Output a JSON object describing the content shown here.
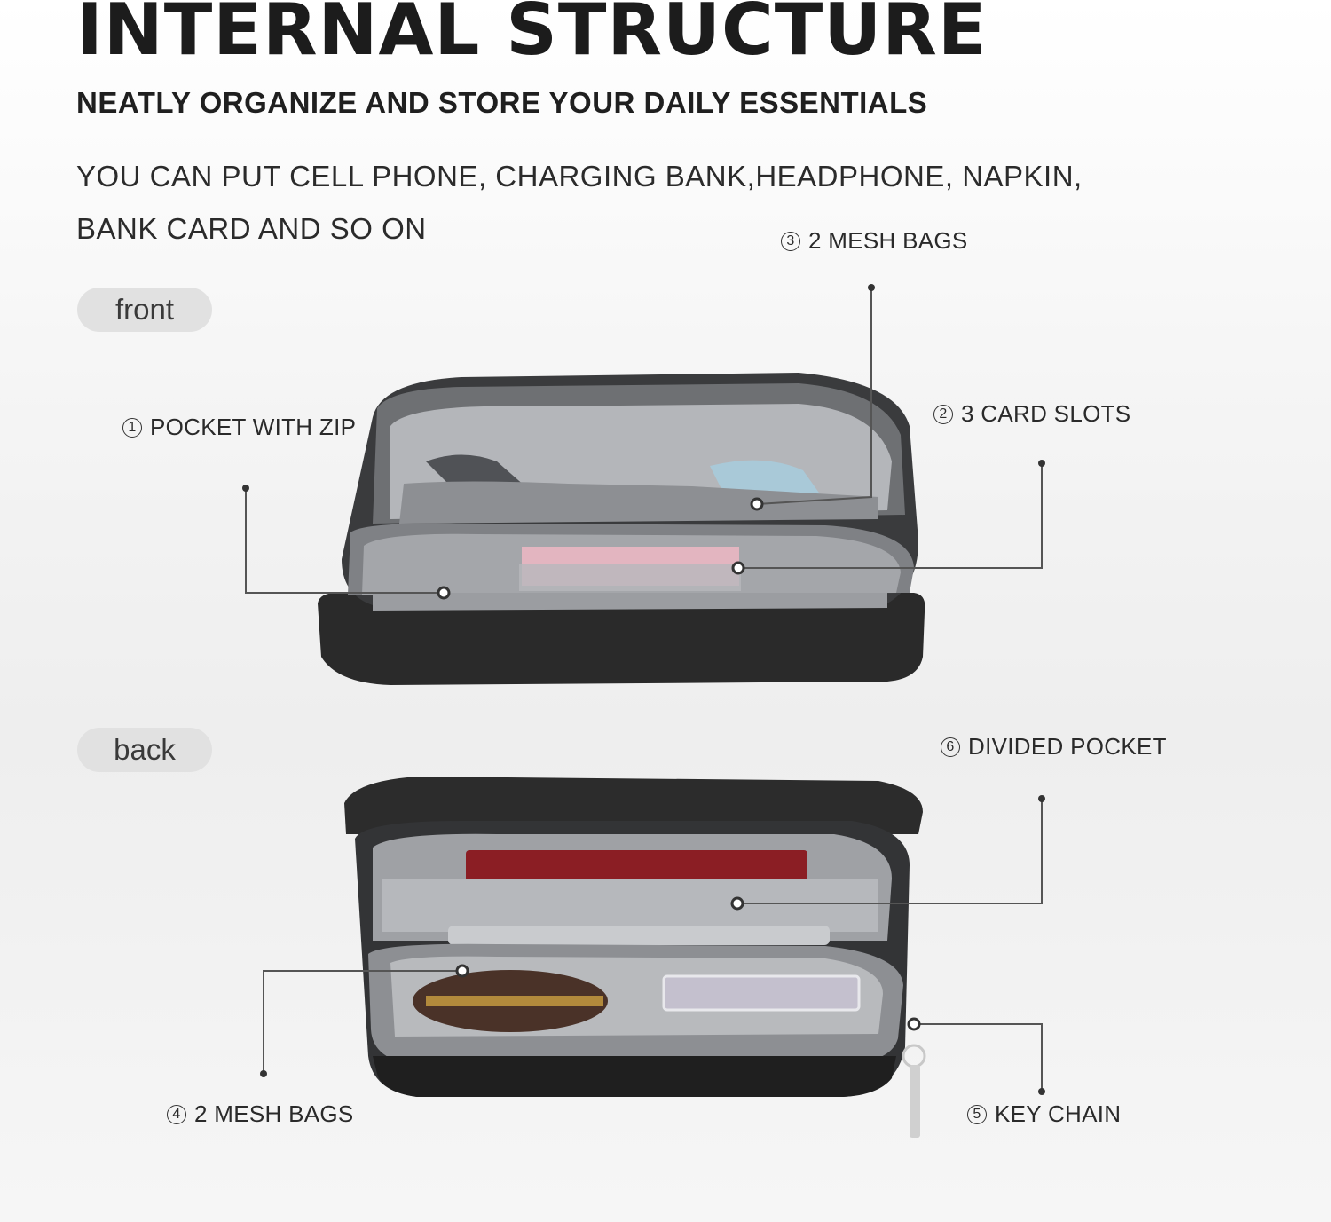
{
  "header": {
    "title": "INTERNAL STRUCTURE",
    "subtitle": "NEATLY ORGANIZE AND STORE YOUR DAILY ESSENTIALS",
    "description_line1": "YOU CAN PUT CELL PHONE, CHARGING BANK,HEADPHONE, NAPKIN,",
    "description_line2": "BANK CARD AND SO ON"
  },
  "views": {
    "front_label": "front",
    "back_label": "back"
  },
  "callouts": [
    {
      "number": "1",
      "label": "POCKET WITH ZIP"
    },
    {
      "number": "2",
      "label": "3 CARD SLOTS"
    },
    {
      "number": "3",
      "label": "2 MESH BAGS"
    },
    {
      "number": "4",
      "label": "2 MESH BAGS"
    },
    {
      "number": "5",
      "label": "KEY CHAIN"
    },
    {
      "number": "6",
      "label": "DIVIDED POCKET"
    }
  ],
  "colors": {
    "bag_body": "#2b2b2b",
    "lining": "#a9aaad",
    "accent_card": "#e7b7c3",
    "passport": "#8e1f25"
  }
}
